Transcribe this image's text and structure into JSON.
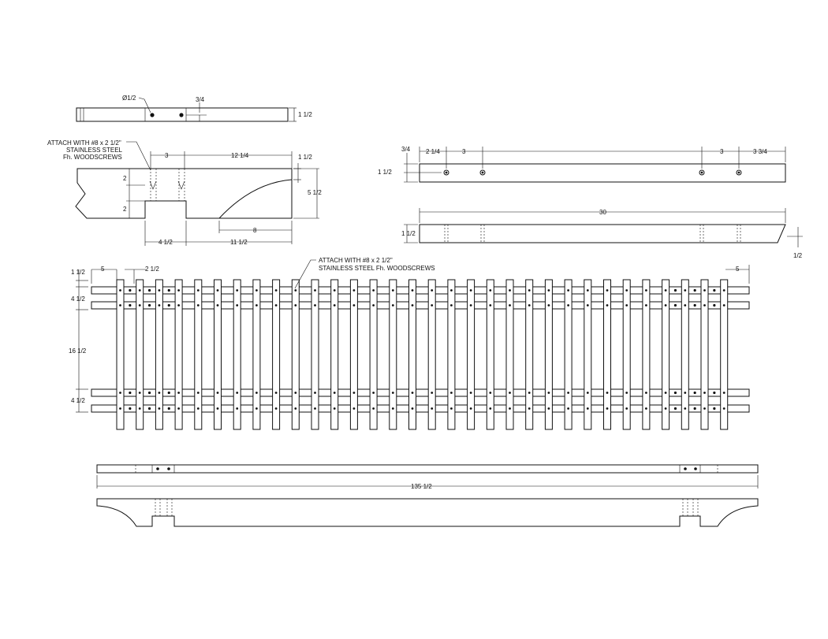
{
  "notes": {
    "screw_top_1": "ATTACH WITH #8 x 2 1/2\"",
    "screw_top_2": "STAINLESS STEEL",
    "screw_top_3": "Fh. WOODSCREWS",
    "screw_mid_1": "ATTACH WITH #8 x 2 1/2\"",
    "screw_mid_2": "STAINLESS STEEL Fh. WOODSCREWS"
  },
  "dims": {
    "hole_dia": "Ø1/2",
    "top_hole_offset": "3/4",
    "top_thick": "1 1/2",
    "bracket_3": "3",
    "bracket_12_25": "12 1/4",
    "bracket_1_5": "1 1/2",
    "bracket_2a": "2",
    "bracket_2b": "2",
    "bracket_5_5": "5 1/2",
    "bracket_8": "8",
    "bracket_4_5": "4 1/2",
    "bracket_11_5": "11 1/2",
    "rail_3_4": "3/4",
    "rail_2_25": "2 1/4",
    "rail_3a": "3",
    "rail_3b": "3",
    "rail_3_75": "3 3/4",
    "rail_1_5": "1 1/2",
    "rail_30": "30",
    "rail_side_1_5": "1 1/2",
    "rail_side_0_5": "1/2",
    "grid_1_5": "1 1/2",
    "grid_5_left": "5",
    "grid_2_5": "2 1/2",
    "grid_5_right": "5",
    "grid_4_5_top": "4 1/2",
    "grid_16_5": "16 1/2",
    "grid_4_5_bot": "4 1/2",
    "long_135_5": "135 1/2"
  }
}
